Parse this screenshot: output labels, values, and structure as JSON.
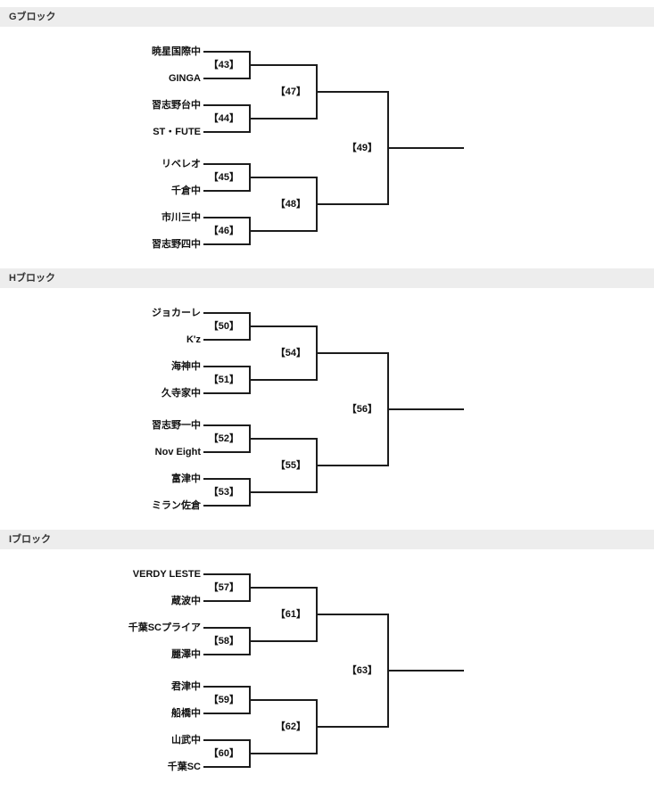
{
  "blocks": [
    {
      "title": "Gブロック",
      "teams": [
        "暁星国際中",
        "GINGA",
        "習志野台中",
        "ST・FUTE",
        "リベレオ",
        "千倉中",
        "市川三中",
        "習志野四中"
      ],
      "matches": {
        "r1": [
          "【43】",
          "【44】",
          "【45】",
          "【46】"
        ],
        "r2": [
          "【47】",
          "【48】"
        ],
        "final": "【49】"
      }
    },
    {
      "title": "Hブロック",
      "teams": [
        "ジョカーレ",
        "K'z",
        "海神中",
        "久寺家中",
        "習志野一中",
        "Nov Eight",
        "富津中",
        "ミラン佐倉"
      ],
      "matches": {
        "r1": [
          "【50】",
          "【51】",
          "【52】",
          "【53】"
        ],
        "r2": [
          "【54】",
          "【55】"
        ],
        "final": "【56】"
      }
    },
    {
      "title": "Iブロック",
      "teams": [
        "VERDY LESTE",
        "蔵波中",
        "千葉SCプライア",
        "麗澤中",
        "君津中",
        "船橋中",
        "山武中",
        "千葉SC"
      ],
      "matches": {
        "r1": [
          "【57】",
          "【58】",
          "【59】",
          "【60】"
        ],
        "r2": [
          "【61】",
          "【62】"
        ],
        "final": "【63】"
      }
    }
  ],
  "colors": {
    "header_bg": "#ededed",
    "line": "#1c1c1c",
    "text": "#111111"
  }
}
